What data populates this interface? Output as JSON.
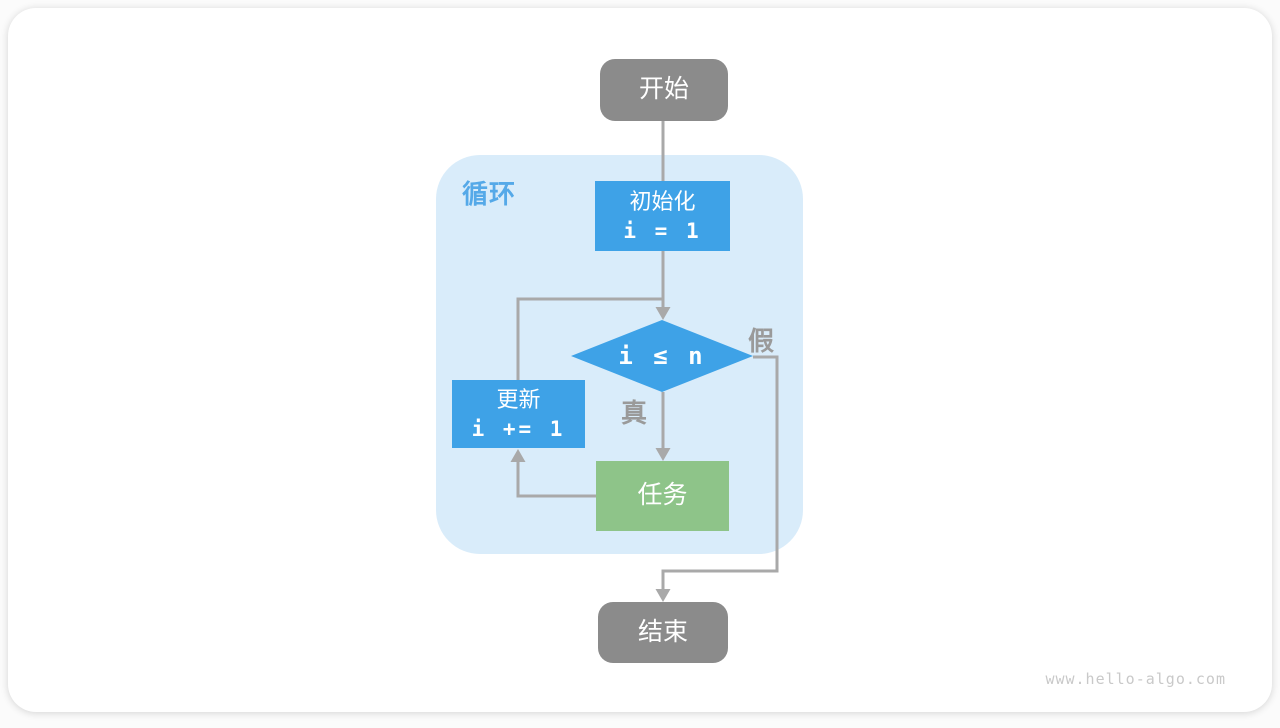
{
  "page": {
    "watermark": "www.hello-algo.com"
  },
  "flowchart": {
    "start": {
      "label": "开始"
    },
    "loop": {
      "label": "循环"
    },
    "init": {
      "title": "初始化",
      "code": "i = 1"
    },
    "condition": {
      "code": "i ≤ n"
    },
    "branch_true": {
      "label": "真"
    },
    "branch_false": {
      "label": "假"
    },
    "task": {
      "label": "任务"
    },
    "update": {
      "title": "更新",
      "code": "i += 1"
    },
    "end": {
      "label": "结束"
    },
    "colors": {
      "blue": "#3ea2e7",
      "green": "#8ec489",
      "gray": "#8b8b8b",
      "line": "#a9a9a9",
      "container": "#d9ecfa",
      "label_blue": "#55a9e8",
      "label_gray": "#9a9a9a",
      "watermark": "#c9c9c9"
    }
  }
}
